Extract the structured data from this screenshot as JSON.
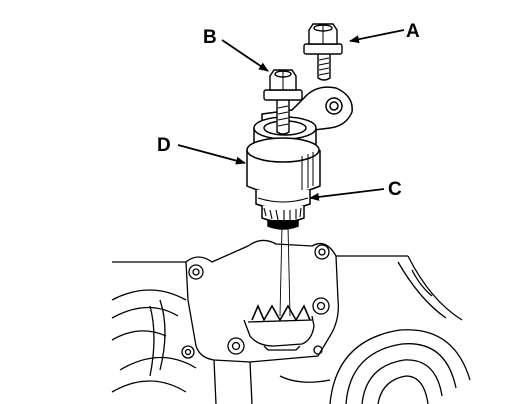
{
  "callouts": {
    "a": "A",
    "b": "B",
    "c": "C",
    "d": "D"
  },
  "colors": {
    "ink": "#000000",
    "paper": "#ffffff"
  }
}
